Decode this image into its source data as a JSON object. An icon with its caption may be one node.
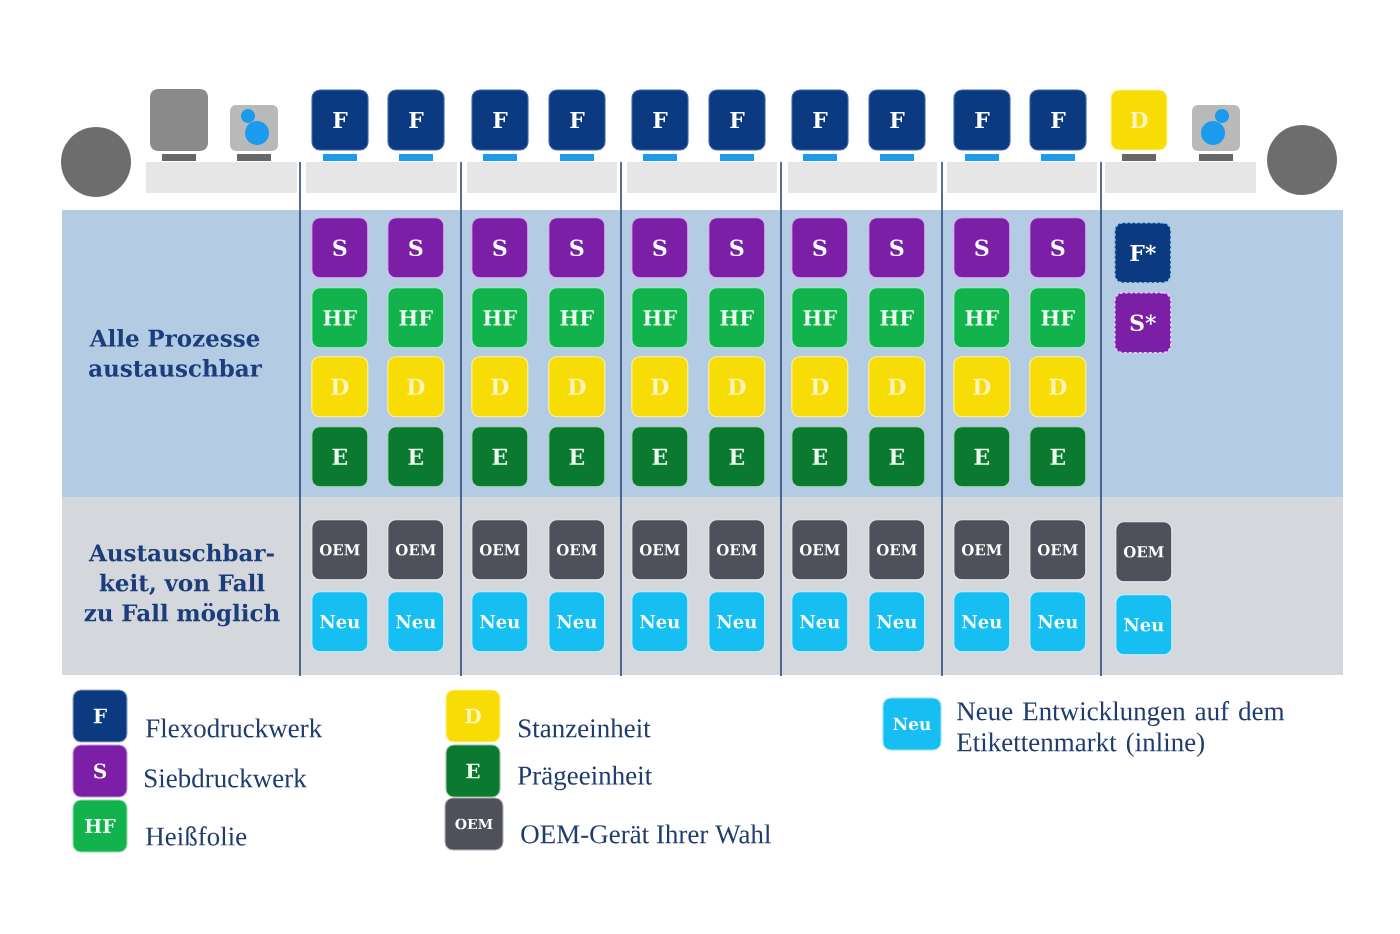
{
  "diagram": {
    "nodes": [
      {
        "text": [],
        "shape": "circle"
      },
      {
        "text": [],
        "shape": "box"
      },
      {
        "text": [],
        "shape": "picture"
      },
      {
        "text": [
          "F"
        ]
      },
      {
        "text": [
          "F"
        ]
      },
      {
        "text": [
          "F"
        ]
      },
      {
        "text": [
          "F"
        ]
      },
      {
        "text": [
          "F"
        ]
      },
      {
        "text": [
          "F"
        ]
      },
      {
        "text": [
          "F"
        ]
      },
      {
        "text": [
          "F"
        ]
      },
      {
        "text": [
          "F"
        ]
      },
      {
        "text": [
          "F"
        ]
      },
      {
        "text": [
          "D"
        ]
      },
      {
        "text": [],
        "shape": "picture"
      },
      {
        "text": [],
        "shape": "circle"
      },
      {
        "text": [],
        "shape": "bar"
      },
      {
        "text": [],
        "shape": "bar"
      },
      {
        "text": [],
        "shape": "bar"
      },
      {
        "text": [],
        "shape": "bar"
      },
      {
        "text": [],
        "shape": "bar"
      },
      {
        "text": [],
        "shape": "bar"
      },
      {
        "text": [],
        "shape": "bar"
      },
      {
        "text": [
          "Alle Prozesse austauschbar"
        ]
      },
      {
        "text": [
          "S"
        ],
        "in": 23
      },
      {
        "text": [
          "S"
        ],
        "in": 23
      },
      {
        "text": [
          "S"
        ],
        "in": 23
      },
      {
        "text": [
          "S"
        ],
        "in": 23
      },
      {
        "text": [
          "S"
        ],
        "in": 23
      },
      {
        "text": [
          "S"
        ],
        "in": 23
      },
      {
        "text": [
          "S"
        ],
        "in": 23
      },
      {
        "text": [
          "S"
        ],
        "in": 23
      },
      {
        "text": [
          "S"
        ],
        "in": 23
      },
      {
        "text": [
          "S"
        ],
        "in": 23
      },
      {
        "text": [
          "F*"
        ],
        "in": 23
      },
      {
        "text": [
          "HF"
        ],
        "in": 23
      },
      {
        "text": [
          "HF"
        ],
        "in": 23
      },
      {
        "text": [
          "HF"
        ],
        "in": 23
      },
      {
        "text": [
          "HF"
        ],
        "in": 23
      },
      {
        "text": [
          "HF"
        ],
        "in": 23
      },
      {
        "text": [
          "HF"
        ],
        "in": 23
      },
      {
        "text": [
          "HF"
        ],
        "in": 23
      },
      {
        "text": [
          "HF"
        ],
        "in": 23
      },
      {
        "text": [
          "HF"
        ],
        "in": 23
      },
      {
        "text": [
          "HF"
        ],
        "in": 23
      },
      {
        "text": [
          "S*"
        ],
        "in": 23
      },
      {
        "text": [
          "D"
        ],
        "in": 23
      },
      {
        "text": [
          "D"
        ],
        "in": 23
      },
      {
        "text": [
          "D"
        ],
        "in": 23
      },
      {
        "text": [
          "D"
        ],
        "in": 23
      },
      {
        "text": [
          "D"
        ],
        "in": 23
      },
      {
        "text": [
          "D"
        ],
        "in": 23
      },
      {
        "text": [
          "D"
        ],
        "in": 23
      },
      {
        "text": [
          "D"
        ],
        "in": 23
      },
      {
        "text": [
          "D"
        ],
        "in": 23
      },
      {
        "text": [
          "D"
        ],
        "in": 23
      },
      {
        "text": [
          "E"
        ],
        "in": 23
      },
      {
        "text": [
          "E"
        ],
        "in": 23
      },
      {
        "text": [
          "E"
        ],
        "in": 23
      },
      {
        "text": [
          "E"
        ],
        "in": 23
      },
      {
        "text": [
          "E"
        ],
        "in": 23
      },
      {
        "text": [
          "E"
        ],
        "in": 23
      },
      {
        "text": [
          "E"
        ],
        "in": 23
      },
      {
        "text": [
          "E"
        ],
        "in": 23
      },
      {
        "text": [
          "E"
        ],
        "in": 23
      },
      {
        "text": [
          "E"
        ],
        "in": 23
      },
      {
        "text": [
          "Austauschbar- keit, von Fall zu Fall möglich"
        ]
      },
      {
        "text": [
          "OEM"
        ],
        "in": 66
      },
      {
        "text": [
          "OEM"
        ],
        "in": 66
      },
      {
        "text": [
          "OEM"
        ],
        "in": 66
      },
      {
        "text": [
          "OEM"
        ],
        "in": 66
      },
      {
        "text": [
          "OEM"
        ],
        "in": 66
      },
      {
        "text": [
          "OEM"
        ],
        "in": 66
      },
      {
        "text": [
          "OEM"
        ],
        "in": 66
      },
      {
        "text": [
          "OEM"
        ],
        "in": 66
      },
      {
        "text": [
          "OEM"
        ],
        "in": 66
      },
      {
        "text": [
          "OEM"
        ],
        "in": 66
      },
      {
        "text": [
          "OEM"
        ],
        "in": 66
      },
      {
        "text": [
          "Neu"
        ],
        "in": 66
      },
      {
        "text": [
          "Neu"
        ],
        "in": 66
      },
      {
        "text": [
          "Neu"
        ],
        "in": 66
      },
      {
        "text": [
          "Neu"
        ],
        "in": 66
      },
      {
        "text": [
          "Neu"
        ],
        "in": 66
      },
      {
        "text": [
          "Neu"
        ],
        "in": 66
      },
      {
        "text": [
          "Neu"
        ],
        "in": 66
      },
      {
        "text": [
          "Neu"
        ],
        "in": 66
      },
      {
        "text": [
          "Neu"
        ],
        "in": 66
      },
      {
        "text": [
          "Neu"
        ],
        "in": 66
      },
      {
        "text": [
          "Neu"
        ],
        "in": 66
      }
    ],
    "labels": [
      "F",
      "D",
      "Neu",
      "S",
      "E",
      "HF",
      "OEM"
    ],
    "legend": [
      {
        "text": "Flexodruckwerk",
        "color": "#0b3a80"
      },
      {
        "text": "Stanzeinheit",
        "color": "#f7dc05"
      },
      {
        "text": "Neue Entwicklungen auf dem Etikettenmarkt (inline)",
        "color": "#16bef2"
      },
      {
        "text": "Siebdruckwerk",
        "color": "#7a1fa6"
      },
      {
        "text": "Prägeeinheit",
        "color": "#0b7a30"
      },
      {
        "text": "Heißfolie",
        "color": "#12b24c"
      },
      {
        "text": "OEM-Gerät Ihrer Wahl",
        "color": "#4e515c"
      }
    ]
  }
}
